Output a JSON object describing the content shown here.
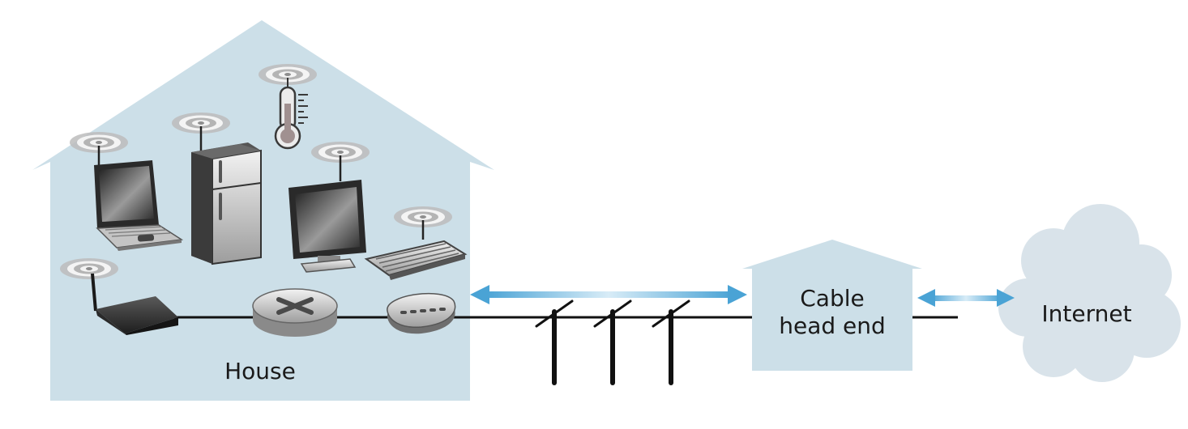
{
  "labels": {
    "house": "House",
    "head_end_line1": "Cable",
    "head_end_line2": "head end",
    "internet": "Internet"
  },
  "icons": {
    "devices": [
      "thermometer-icon",
      "laptop-icon",
      "refrigerator-icon",
      "monitor-icon",
      "keyboard-icon",
      "wireless-router-icon",
      "router-icon",
      "cable-modem-icon"
    ],
    "infrastructure": [
      "utility-pole-icon",
      "cloud-icon",
      "double-arrow-icon"
    ]
  },
  "colors": {
    "building_fill": "#ccdfe8",
    "cloud_fill": "#d9e3ea",
    "arrow": "#4aa3d5",
    "line": "#111111"
  }
}
